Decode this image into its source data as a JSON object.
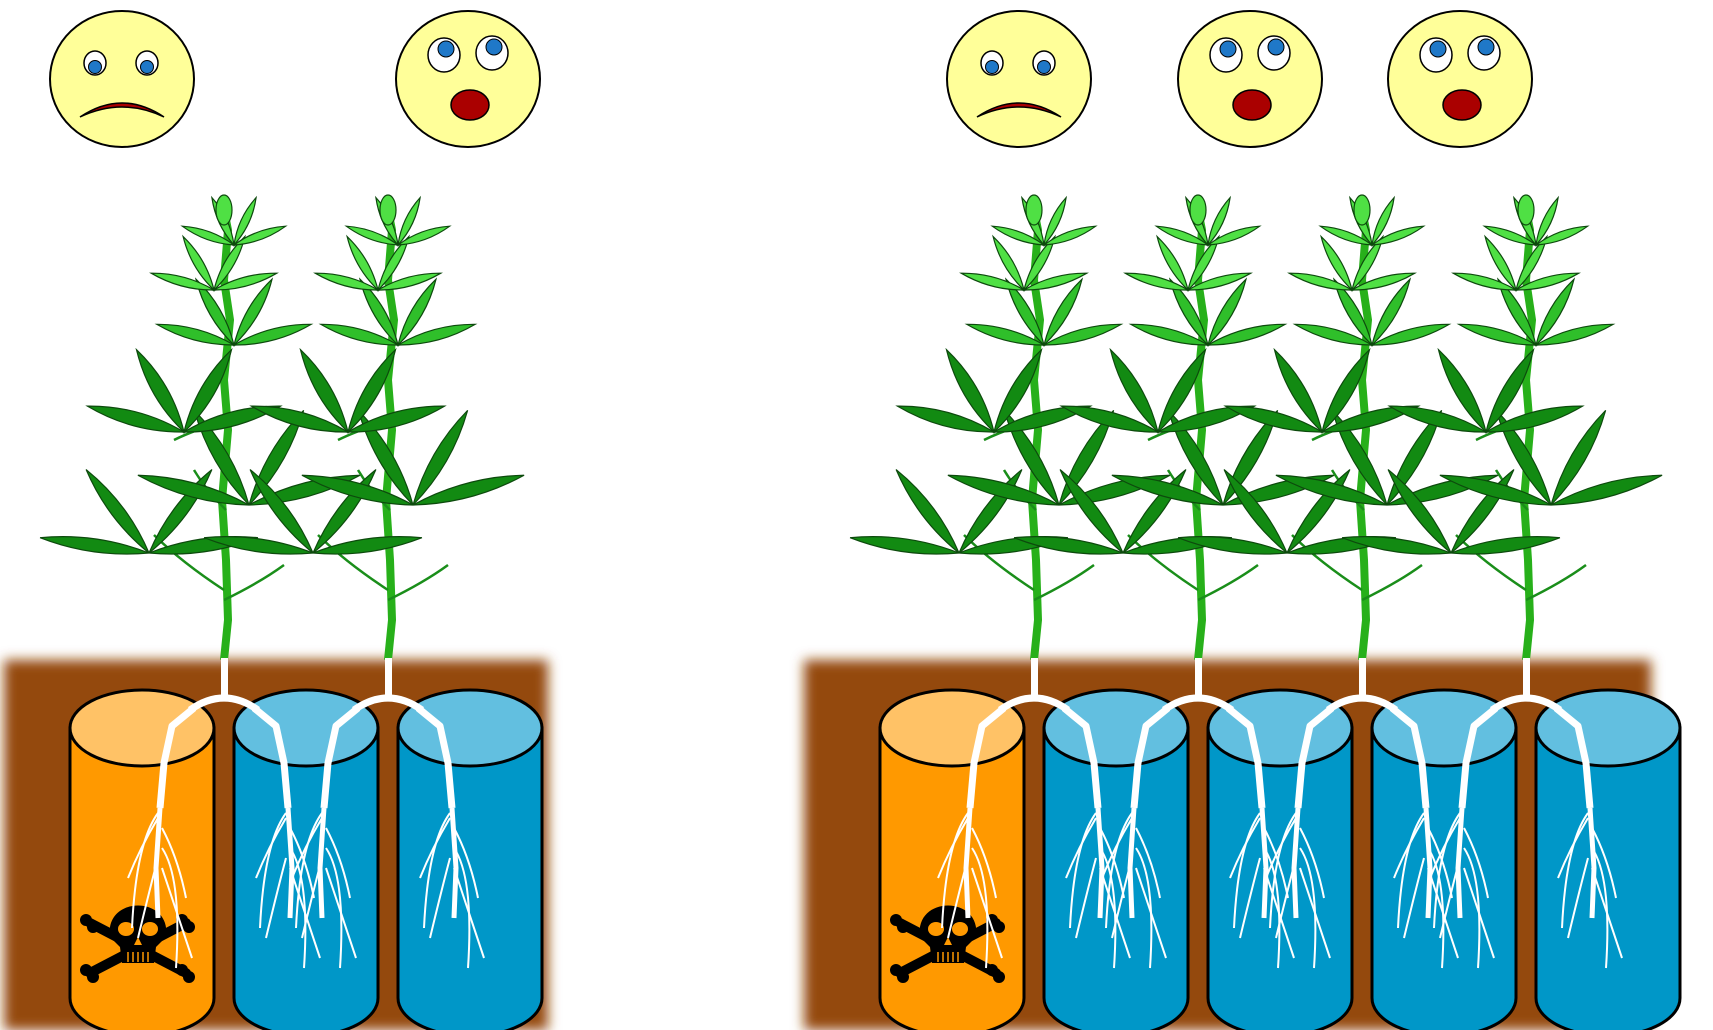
{
  "colors": {
    "face": "#ffff99",
    "mouth": "#aa0000",
    "iris": "#1f78c8",
    "soil": "#944a08",
    "water_body": "#0097c8",
    "water_top": "#62bfe0",
    "toxic_body": "#ff9900",
    "toxic_top": "#ffc266",
    "stem": "#27b01a",
    "leaf_light": "#4fe044",
    "leaf_mid": "#2fbf2a",
    "leaf_dark": "#128a12",
    "root": "#ffffff"
  },
  "groups": [
    {
      "faces": [
        {
          "mood": "sad"
        },
        {
          "mood": "surprised"
        }
      ],
      "plants": 2,
      "containers": [
        "toxic",
        "clean",
        "clean"
      ],
      "toxic_symbol": "skull-and-crossbones"
    },
    {
      "faces": [
        {
          "mood": "sad"
        },
        {
          "mood": "surprised"
        },
        {
          "mood": "surprised"
        }
      ],
      "plants": 4,
      "containers": [
        "toxic",
        "clean",
        "clean",
        "clean",
        "clean"
      ],
      "toxic_symbol": "skull-and-crossbones"
    }
  ]
}
